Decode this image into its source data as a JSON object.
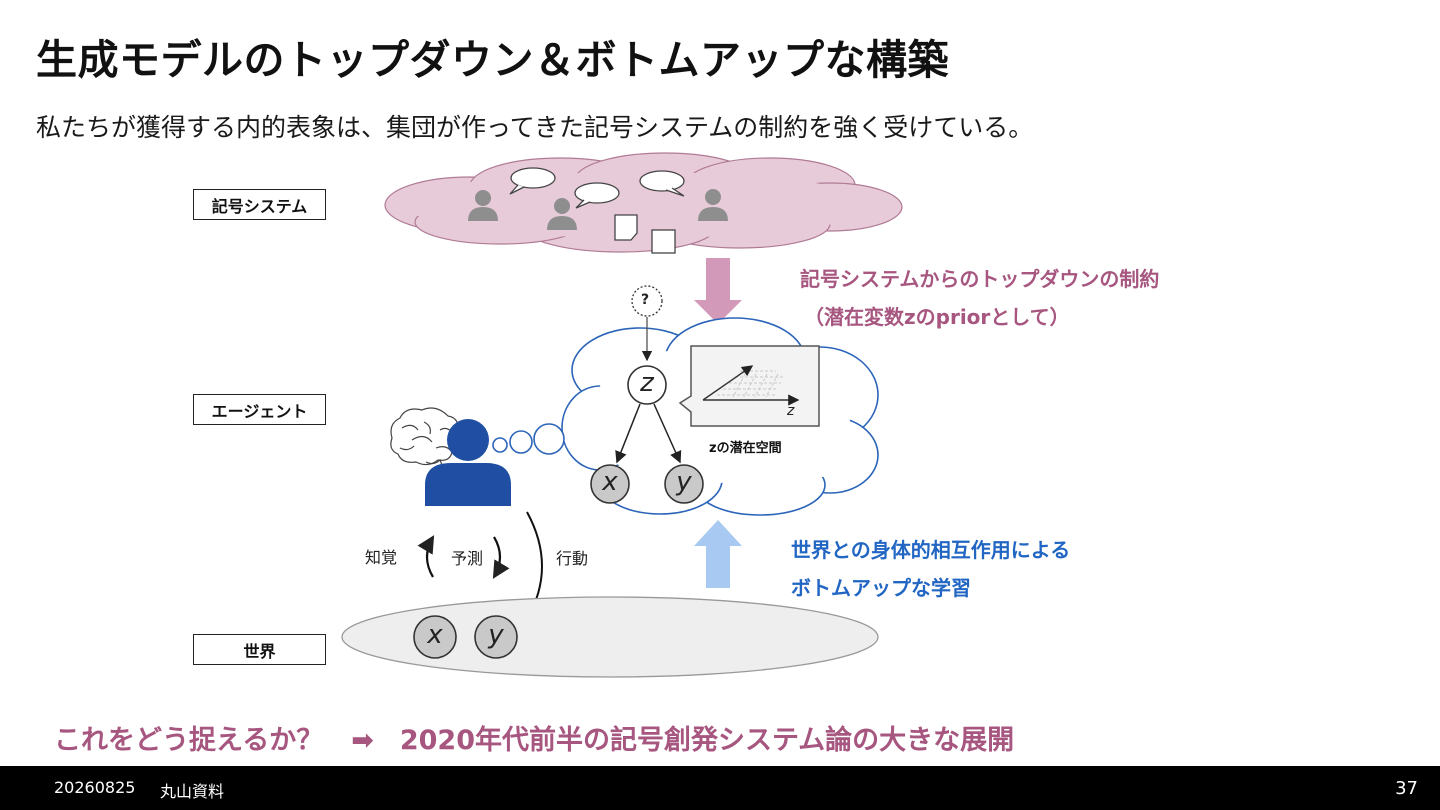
{
  "slide": {
    "title": "生成モデルのトップダウン＆ボトムアップな構築",
    "subtitle": "私たちが獲得する内的表象は、集団が作ってきた記号システムの制約を強く受けている。"
  },
  "layers": {
    "symbol_system": "記号システム",
    "agent": "エージェント",
    "world": "世界"
  },
  "topdown": {
    "line1": "記号システムからのトップダウンの制約",
    "line2": "（潜在変数zのpriorとして）"
  },
  "bottomup": {
    "line1": "世界との身体的相互作用による",
    "line2": "ボトムアップな学習"
  },
  "graph": {
    "unknown": "?",
    "z": "z",
    "x": "x",
    "y": "y",
    "latent_axis": "z",
    "latent_caption": "zの潜在空間"
  },
  "loop": {
    "perception": "知覚",
    "prediction": "予測",
    "action": "行動"
  },
  "bottom_line": {
    "question": "これをどう捉えるか？",
    "arrow": "➡",
    "answer": "2020年代前半の記号創発システム論の大きな展開"
  },
  "footer": {
    "date": "20260825",
    "source": "丸山資料",
    "page": "37"
  },
  "colors": {
    "pink_accent": "#a6567f",
    "blue_accent": "#2266c4",
    "cloud_fill": "#e8cbd9",
    "agent_blue": "#1f4ea3"
  }
}
